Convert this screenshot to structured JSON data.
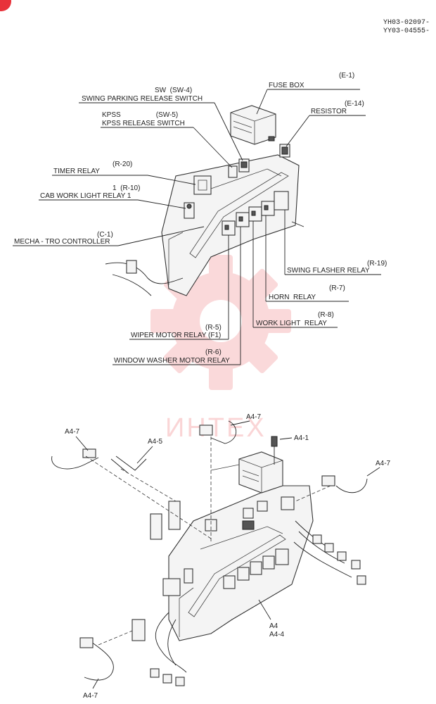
{
  "doc_ids": [
    "YH03-02097-",
    "YY03-04555-"
  ],
  "top_labels": [
    {
      "code": "(E-1)",
      "name": "FUSE BOX"
    },
    {
      "code": "(E-14)",
      "name": "RESISTOR"
    },
    {
      "code": "SW  (SW-4)",
      "name": "SWING PARKING RELEASE SWITCH"
    },
    {
      "code": "KPSS                  (SW-5)",
      "name": "KPSS RELEASE SWITCH"
    },
    {
      "code": "(R-20)",
      "name": "TIMER RELAY"
    },
    {
      "code": "1  (R-10)",
      "name": "CAB WORK LIGHT RELAY 1"
    },
    {
      "code": "(C-1)",
      "name": "MECHA - TRO CONTROLLER"
    },
    {
      "code": "(R-19)",
      "name": "SWING FLASHER RELAY"
    },
    {
      "code": "(R-7)",
      "name": "HORN  RELAY"
    },
    {
      "code": "(R-8)",
      "name": "WORK LIGHT  RELAY"
    },
    {
      "code": "(R-5)",
      "name": "WIPER MOTOR RELAY (F1)"
    },
    {
      "code": "(R-6)",
      "name": "WINDOW WASHER MOTOR RELAY"
    }
  ],
  "bottom_labels": [
    "A4-7",
    "A4-5",
    "A4-7",
    "A4-1",
    "A4-7",
    "A4",
    "A4-4",
    "A4-7"
  ],
  "watermark": "ИНТЕХ",
  "colors": {
    "line": "#222222",
    "watermark": "#e8323a",
    "badge": "#e8323a"
  },
  "icons": {
    "badge": "corner-badge-icon",
    "watermark": "gear-watermark-icon"
  }
}
